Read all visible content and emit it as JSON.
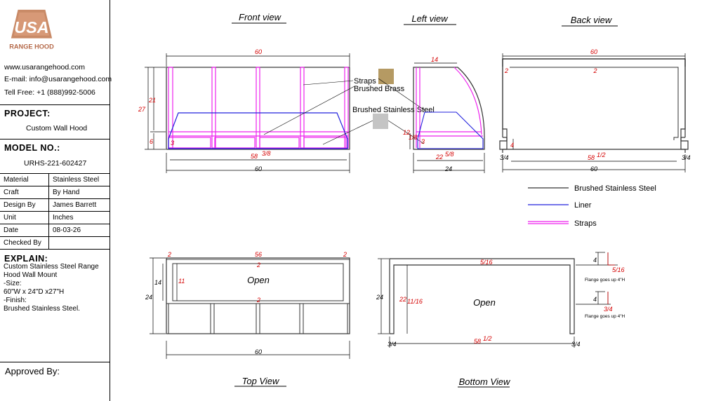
{
  "company": {
    "logo_text": "USA",
    "logo_sub": "RANGE HOOD",
    "website": "www.usarangehood.com",
    "email": "E-mail: info@usarangehood.com",
    "phone": "Tell Free: +1 (888)992-5006"
  },
  "project": {
    "label": "PROJECT:",
    "value": "Custom Wall Hood"
  },
  "model": {
    "label": "MODEL NO.:",
    "value": "URHS-221-602427"
  },
  "specs": [
    {
      "label": "Material",
      "value": "Stainless Steel"
    },
    {
      "label": "Craft",
      "value": "By Hand"
    },
    {
      "label": "Design By",
      "value": "James Barrett"
    },
    {
      "label": "Unit",
      "value": "Inches"
    },
    {
      "label": "Date",
      "value": "08-03-26"
    },
    {
      "label": "Checked By",
      "value": ""
    }
  ],
  "explain": {
    "label": "EXPLAIN:",
    "lines": [
      "Custom Stainless Steel Range",
      "Hood Wall Mount",
      "-Size:",
      "60\"W x 24\"D x27\"H",
      "-Finish:",
      "Brushed Stainless Steel."
    ]
  },
  "approved_label": "Approved By:",
  "views": {
    "front": "Front view",
    "left": "Left view",
    "back": "Back view",
    "top": "Top View",
    "bottom": "Bottom View"
  },
  "callouts": {
    "straps": "Straps",
    "brushed_brass": "Brushed Brass",
    "brushed_ss": "Brushed Stainless Steel"
  },
  "legend": [
    {
      "label": "Brushed Stainless Steel",
      "color": "#333333"
    },
    {
      "label": "Liner",
      "color": "#2222dd"
    },
    {
      "label": "Straps",
      "color": "#ee22ee"
    }
  ],
  "swatches": {
    "brass": "#b59a63",
    "steel": "#c4c4c4"
  },
  "open_label": "Open",
  "flange_note": "Flange goes up 4\"H",
  "dims": {
    "front": {
      "top": "60",
      "bottom": "60",
      "liner": "58",
      "liner_frac": "3/8",
      "h_total": "27",
      "h_upper": "21",
      "h_lower": "6",
      "inner": "3"
    },
    "left": {
      "top": "14",
      "bottom": "24",
      "inner": "22",
      "inner_frac": "5/8",
      "h": "12",
      "h_frac": "1/8"
    },
    "back": {
      "top": "60",
      "bottom": "60",
      "corner_l": "2",
      "corner_r": "2",
      "side": "4",
      "inner": "58",
      "inner_frac": "1/2",
      "edge_l": "3/4",
      "edge_r": "3/4"
    },
    "top": {
      "w": "60",
      "inner": "56",
      "corner_l": "2",
      "corner_r": "2",
      "depth": "24",
      "inner_depth": "14",
      "open_depth": "11",
      "mid": "2"
    },
    "bottom": {
      "w": "58",
      "w_frac": "1/2",
      "depth": "24",
      "inner_depth": "22",
      "inner_frac": "11/16",
      "top_gap": "5/16",
      "edge_l": "3/4",
      "edge_r": "3/4",
      "flange1": "4",
      "flange1_frac": "5/16",
      "flange2": "4",
      "flange2_frac": "3/4"
    }
  }
}
